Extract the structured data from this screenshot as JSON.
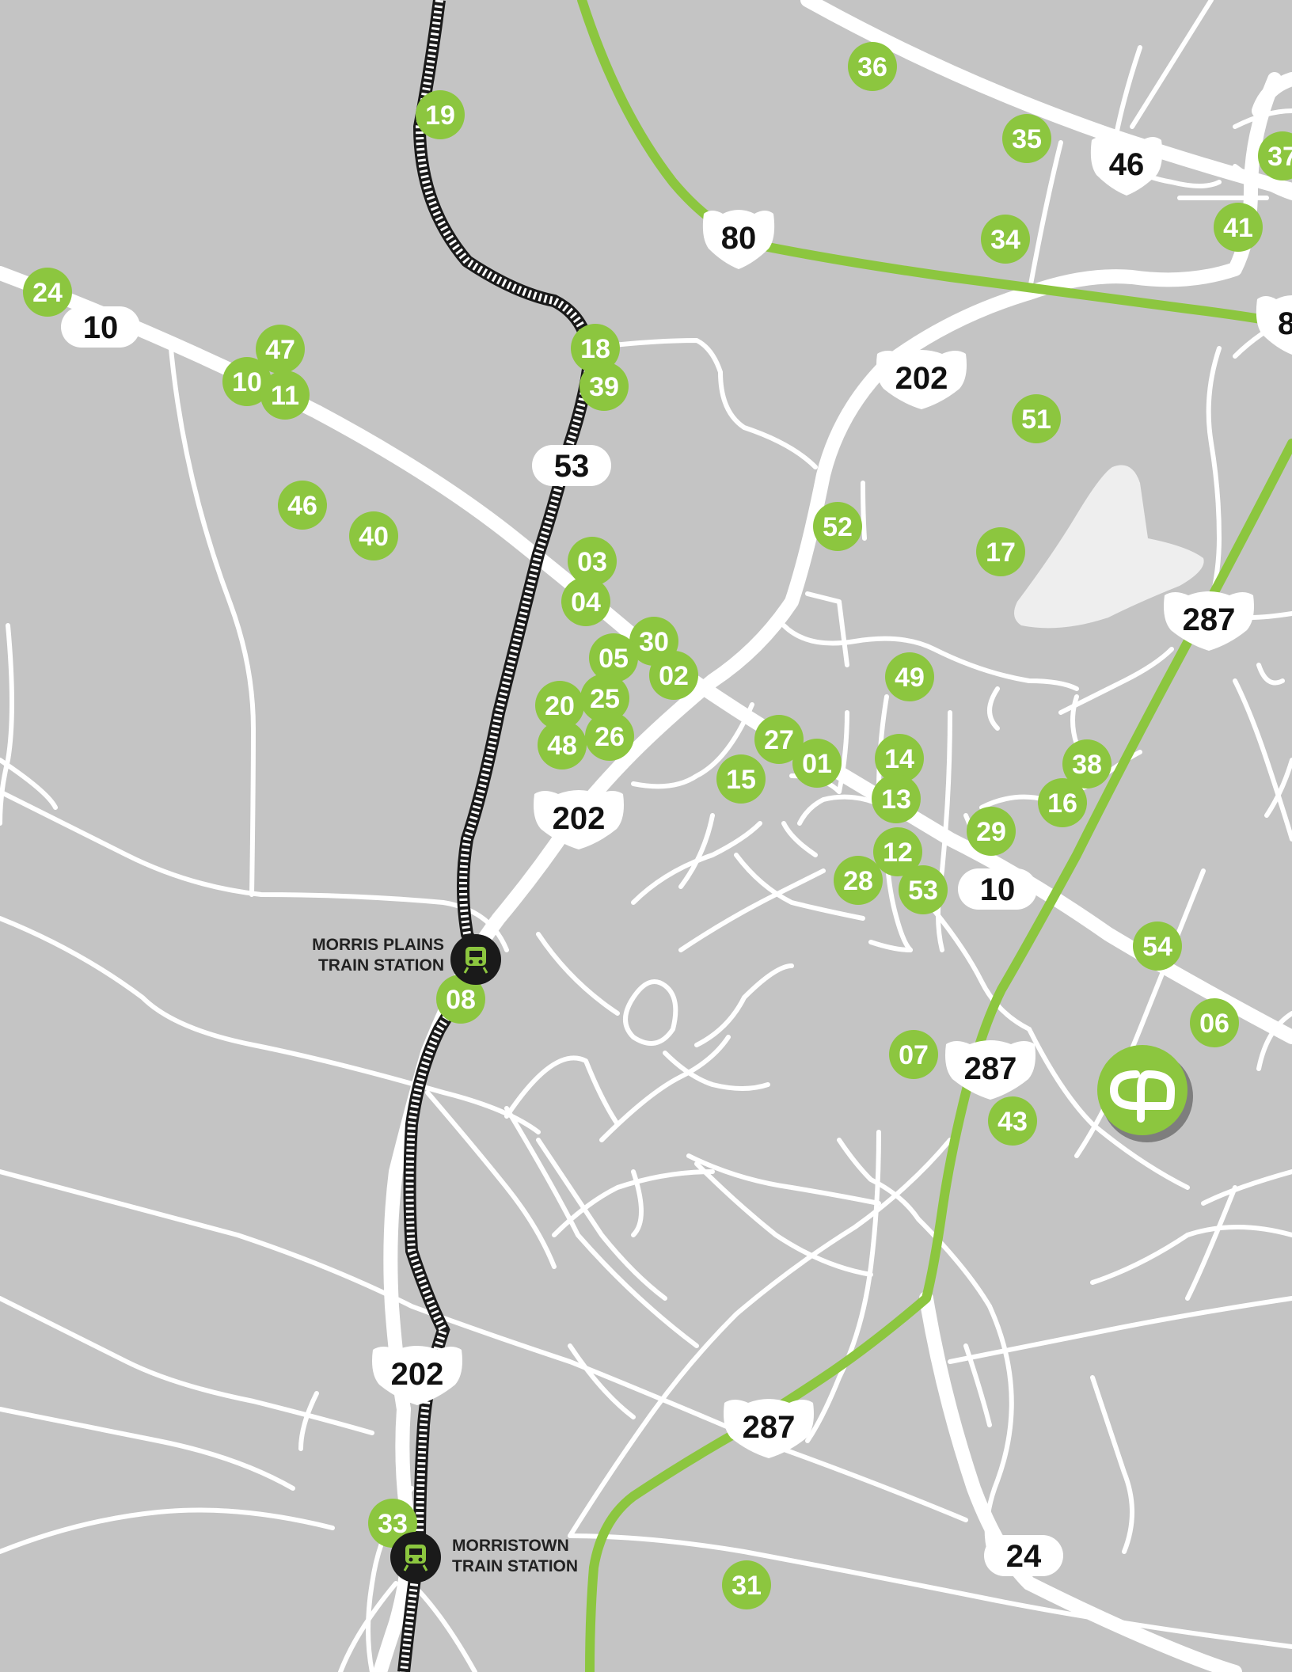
{
  "colors": {
    "background": "#c4c4c4",
    "road": "#ffffff",
    "highway": "#8cc63f",
    "poi": "#8cc63f",
    "rail": "#1a1a1a",
    "lake": "#eeeeee"
  },
  "markers": [
    "24",
    "19",
    "36",
    "35",
    "37",
    "41",
    "34",
    "47",
    "10",
    "11",
    "18",
    "39",
    "46",
    "40",
    "51",
    "52",
    "17",
    "03",
    "04",
    "30",
    "05",
    "02",
    "20",
    "25",
    "49",
    "48",
    "26",
    "27",
    "01",
    "14",
    "38",
    "15",
    "13",
    "16",
    "29",
    "12",
    "28",
    "53",
    "54",
    "06",
    "08",
    "07",
    "43",
    "33",
    "31"
  ],
  "route_shields": [
    "10",
    "53",
    "80",
    "46",
    "202",
    "287",
    "202",
    "10",
    "287",
    "202",
    "287",
    "24",
    "8"
  ],
  "stations": [
    {
      "name_line1": "MORRIS PLAINS",
      "name_line2": "TRAIN STATION",
      "icon": "train-icon"
    },
    {
      "name_line1": "MORRISTOWN",
      "name_line2": "TRAIN STATION",
      "icon": "train-icon"
    }
  ],
  "logo": {
    "icon": "cp-logo-icon"
  }
}
